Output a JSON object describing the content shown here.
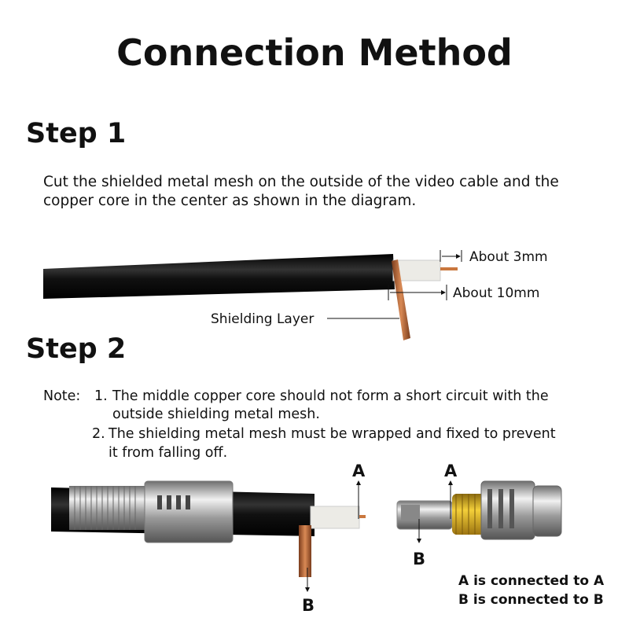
{
  "title": "Connection Method",
  "step1": {
    "heading": "Step 1",
    "text_lines": [
      "Cut the shielded metal mesh on the outside of the video cable and the",
      "copper core in the center as shown in the diagram."
    ],
    "labels": {
      "core_length": "About 3mm",
      "strip_length": "About 10mm",
      "shield": "Shielding Layer"
    }
  },
  "step2": {
    "heading": "Step 2",
    "note_prefix": "Note:",
    "notes": [
      {
        "num": "1.",
        "lines": [
          "The middle copper core should not form a short circuit with the",
          "outside shielding metal mesh."
        ]
      },
      {
        "num": "2.",
        "lines": [
          "The shielding metal mesh must be wrapped and fixed to prevent",
          "it from falling off."
        ]
      }
    ],
    "markers": {
      "a": "A",
      "b": "B"
    },
    "connections": [
      "A is connected to A",
      "B is connected to B"
    ]
  },
  "colors": {
    "cable": "#0d0d0d",
    "copper": "#b8663a",
    "insulator": "#ecebe6",
    "gold": "#d4a419",
    "metal": "#b9b9b9"
  }
}
